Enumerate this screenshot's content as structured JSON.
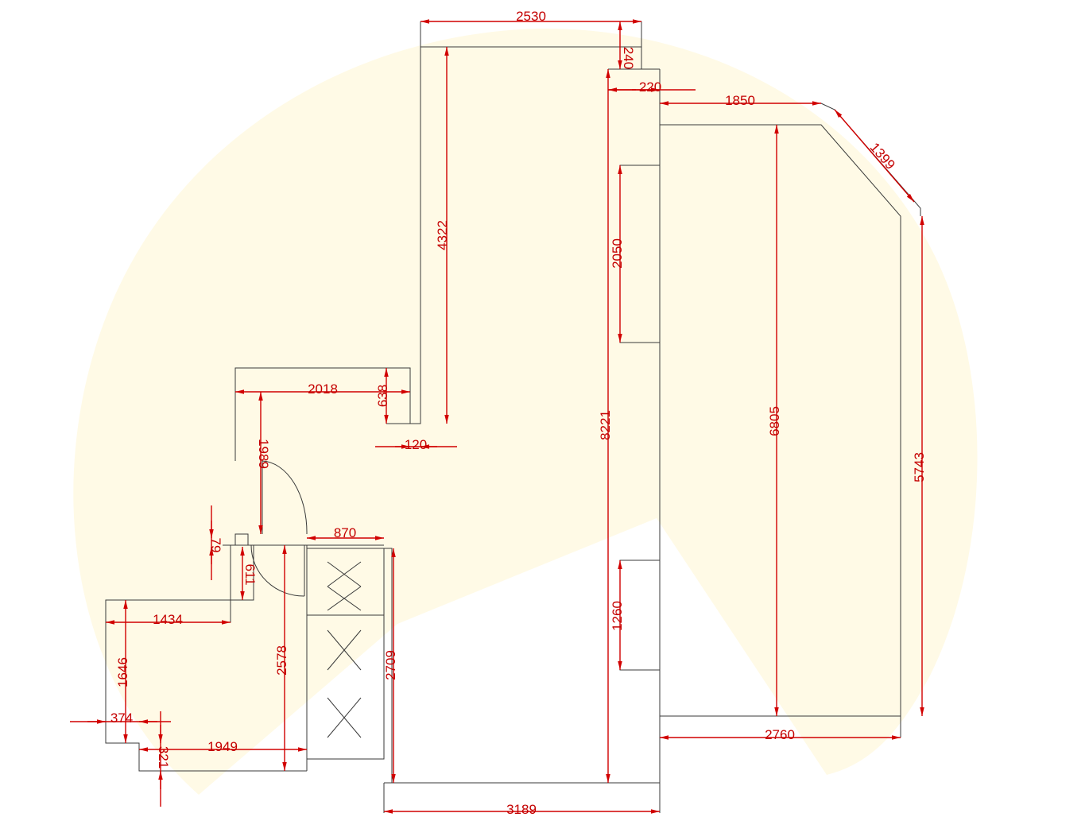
{
  "colors": {
    "background": "#ffffff",
    "watermark": "#fffae6",
    "wall": "#3a3a3a",
    "dimension": "#d10000"
  },
  "dimensions": {
    "top_width": "2530",
    "top_wall": "240",
    "top_step": "220",
    "top_right": "1850",
    "diagonal": "1399",
    "upper_room_height": "4322",
    "closet_height": "2050",
    "corridor_height": "8221",
    "right_room_height": "6805",
    "right_wall_height": "5743",
    "lower_closet_height": "1260",
    "bottom_right_width": "2760",
    "bottom_width": "3189",
    "mid_width": "2018",
    "mid_step": "638",
    "mid_gap": "120",
    "door_height": "1989",
    "counter_width": "870",
    "wall_thickness": "79",
    "small_offset": "611",
    "left_width": "1434",
    "left_height": "1646",
    "bath_height": "2578",
    "kitchen_height": "2709",
    "left_offset": "374",
    "lower_left_width": "1949",
    "lower_left_height": "321"
  }
}
